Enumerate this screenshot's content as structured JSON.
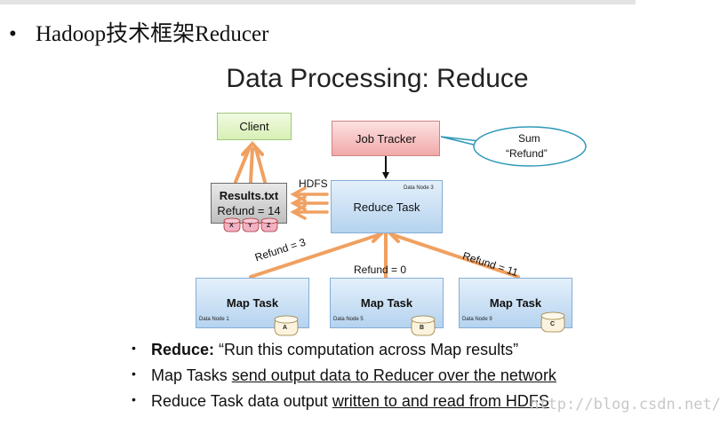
{
  "heading": {
    "bullet": "•",
    "text": "Hadoop技术框架Reducer"
  },
  "slide": {
    "title": "Data Processing: Reduce",
    "client_label": "Client",
    "job_tracker_label": "Job Tracker",
    "callout": {
      "line1": "Sum",
      "line2": "“Refund”"
    },
    "hdfs_label": "HDFS",
    "results": {
      "filename": "Results.txt",
      "value": "Refund = 14"
    },
    "disks": [
      "X",
      "Y",
      "Z"
    ],
    "reduce_task": {
      "label": "Reduce Task",
      "node": "Data Node 3"
    },
    "map_tasks": [
      {
        "label": "Map Task",
        "node": "Data Node 1",
        "disk": "A",
        "edge_label": "Refund = 3"
      },
      {
        "label": "Map Task",
        "node": "Data Node 5",
        "disk": "B",
        "edge_label": "Refund = 0"
      },
      {
        "label": "Map Task",
        "node": "Data Node 9",
        "disk": "C",
        "edge_label": "Refund = 11"
      }
    ],
    "bullets": [
      {
        "bold": "Reduce:",
        "text": " “Run this computation across Map results”",
        "underlined": ""
      },
      {
        "bold": "",
        "text": "Map Tasks ",
        "underlined": "send output data to Reducer over the network"
      },
      {
        "bold": "",
        "text": "Reduce Task data output ",
        "underlined": "written to and read from HDFS"
      }
    ]
  },
  "watermark": "http://blog.csdn.net/",
  "colors": {
    "arrow_orange": "#f0a060",
    "client_green": "#e6f5cf",
    "tracker_red": "#f4b8b8",
    "task_blue": "#c6ddf3",
    "callout_border": "#2f9ab8",
    "disk_pink": "#f3b1c4",
    "disk_cream": "#fbf3dd"
  }
}
